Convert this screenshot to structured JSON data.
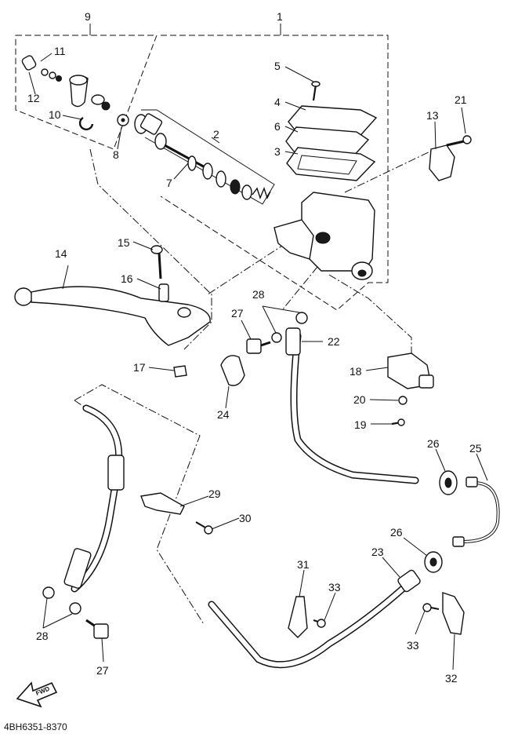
{
  "diagram": {
    "drawing_code": "4BH6351-8370",
    "fwd_label": "FWD",
    "callouts": [
      {
        "id": "c1",
        "label": "1"
      },
      {
        "id": "c2",
        "label": "2"
      },
      {
        "id": "c3",
        "label": "3"
      },
      {
        "id": "c4",
        "label": "4"
      },
      {
        "id": "c5",
        "label": "5"
      },
      {
        "id": "c6",
        "label": "6"
      },
      {
        "id": "c7",
        "label": "7"
      },
      {
        "id": "c8",
        "label": "8"
      },
      {
        "id": "c9",
        "label": "9"
      },
      {
        "id": "c10",
        "label": "10"
      },
      {
        "id": "c11",
        "label": "11"
      },
      {
        "id": "c12",
        "label": "12"
      },
      {
        "id": "c13",
        "label": "13"
      },
      {
        "id": "c14",
        "label": "14"
      },
      {
        "id": "c15",
        "label": "15"
      },
      {
        "id": "c16",
        "label": "16"
      },
      {
        "id": "c17",
        "label": "17"
      },
      {
        "id": "c18",
        "label": "18"
      },
      {
        "id": "c19",
        "label": "19"
      },
      {
        "id": "c20",
        "label": "20"
      },
      {
        "id": "c21",
        "label": "21"
      },
      {
        "id": "c22",
        "label": "22"
      },
      {
        "id": "c23",
        "label": "23"
      },
      {
        "id": "c24",
        "label": "24"
      },
      {
        "id": "c25",
        "label": "25"
      },
      {
        "id": "c26a",
        "label": "26"
      },
      {
        "id": "c26b",
        "label": "26"
      },
      {
        "id": "c27a",
        "label": "27"
      },
      {
        "id": "c27b",
        "label": "27"
      },
      {
        "id": "c28a",
        "label": "28"
      },
      {
        "id": "c28b",
        "label": "28"
      },
      {
        "id": "c29",
        "label": "29"
      },
      {
        "id": "c30",
        "label": "30"
      },
      {
        "id": "c31",
        "label": "31"
      },
      {
        "id": "c32",
        "label": "32"
      },
      {
        "id": "c33a",
        "label": "33"
      },
      {
        "id": "c33b",
        "label": "33"
      }
    ]
  }
}
